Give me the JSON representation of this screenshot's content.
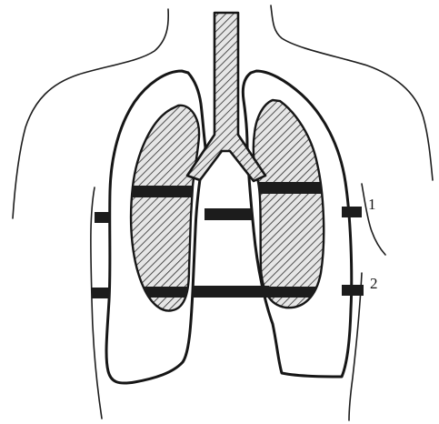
{
  "diagram": {
    "labels": [
      {
        "id": "band-1",
        "text": "1"
      },
      {
        "id": "band-2",
        "text": "2"
      }
    ],
    "colors": {
      "ink": "#161616",
      "background": "#ffffff",
      "hatch_fill": "#e6e6e6"
    }
  }
}
